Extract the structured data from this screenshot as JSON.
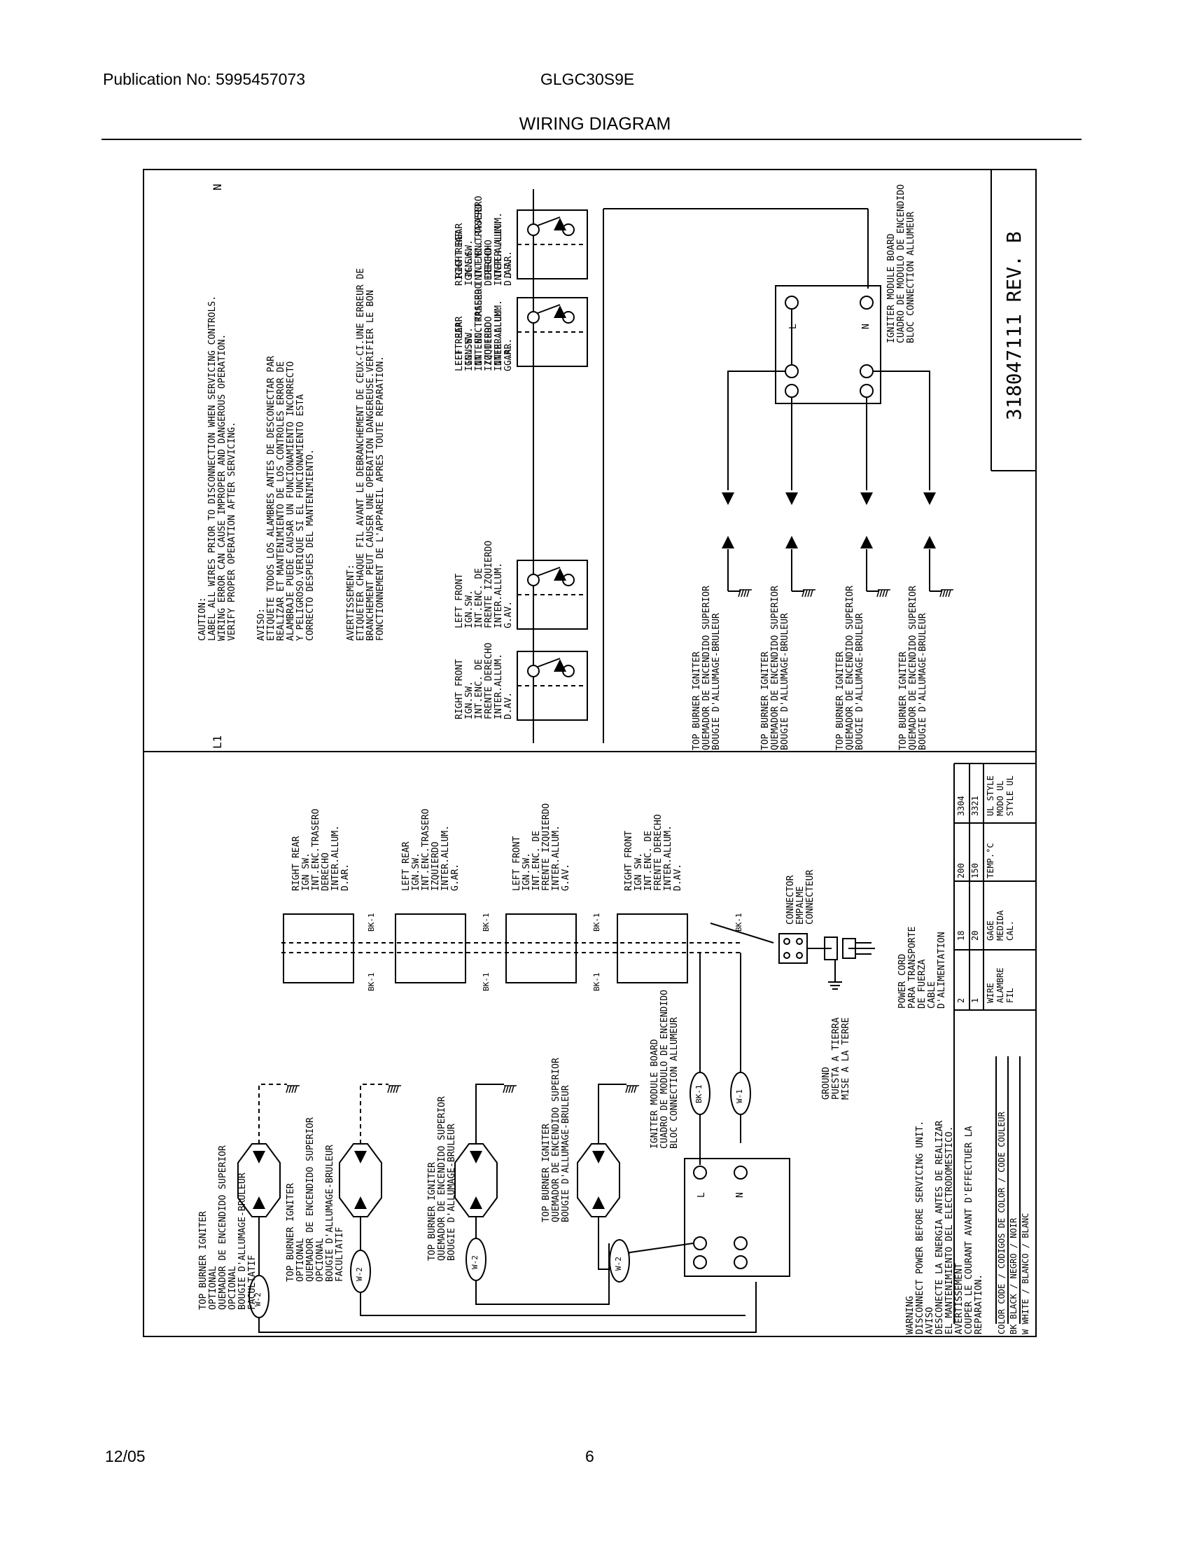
{
  "header": {
    "publication": "Publication No: 5995457073",
    "model": "GLGC30S9E",
    "title": "WIRING DIAGRAM"
  },
  "footer": {
    "date": "12/05",
    "page": "6"
  },
  "top": {
    "n_label": "N",
    "l1_label": "L1",
    "part_no": "318047111  REV. B",
    "caution": [
      "CAUTION:",
      "LABEL ALL WIRES PRIOR TO DISCONNECTION WHEN SERVICING CONTROLS.",
      "WIRING ERROR CAN CAUSE IMPROPER AND DANGEROUS OPERATION.",
      "VERIFY PROPER OPERATION AFTER SERVICING."
    ],
    "aviso": [
      "AVISO:",
      "ETIQUETE TODOS LOS ALAMBRES ANTES DE DESCONECTAR PAR",
      "REALIZAR ET MANTENIMIENTO DE LOS CONTROLES ERROR DE",
      "ALAMBRAJE PUEDE CAUSAR UN FUNCIONAMIENTO INCORRECTO",
      "Y PELIGROSO.VERIQUE SI EL FUNCIONAMIENTO ESTA",
      "CORRECTO DESPUES DEL MANTENIMIENTO."
    ],
    "avert": [
      "AVERTISSEMENT:",
      "ETIQUETER CHAQUE FIL AVANT LE DEBRANCHEMENT DE CEUX-CI.UNE ERREUR DE",
      "BRANCHEMENT PEUT CAUSER UNE OPERATION DANGEREUSE.VERIFIER LE BON",
      "FONCTIONNEMENT DE L'APPAREIL APRES TOUTE REPARATION."
    ],
    "switches": [
      [
        "RIGHT FRONT",
        "IGN.SW.",
        "INT.ENC. DE",
        "FRENTE DERECHO",
        "INTER.ALLUM.",
        "D.AV."
      ],
      [
        "LEFT FRONT",
        "IGN.SW.",
        "INT.ENC. DE",
        "FRENTE IZQUIERDO",
        "INTER.ALLUM.",
        "G.AV."
      ],
      [
        "LEFT REAR",
        "IGN.SW.",
        "INT.ENC.TRASERO",
        "IZQUIERDO",
        "INTER.ALLUM.",
        "G.AR."
      ],
      [
        "RIGHT REAR",
        "IGN.SW.",
        "INT.ENC.TRASERO",
        "DERECHO",
        "INTER.ALLUM.",
        "D.AR."
      ]
    ],
    "igniter": [
      "TOP BURNER IGNITER",
      "QUEMADOR DE ENCENDIDO SUPERIOR",
      "BOUGIE D'ALLUMAGE-BRULEUR"
    ],
    "module": [
      "IGNITER MODULE BOARD",
      "CUADRO DE MODULO DE ENCENDIDO",
      "BLOC CONNECTION ALLUMEUR"
    ],
    "L": "L",
    "N": "N"
  },
  "bottom": {
    "switches": [
      [
        "RIGHT REAR",
        "IGN SW.",
        "INT.ENC.TRASERO",
        "DERECHO",
        "INTER.ALLUM.",
        "D.AR."
      ],
      [
        "LEFT REAR",
        "IGN.SW.",
        "INT.ENC.TRASERO",
        "IZQUIERDO",
        "INTER.ALLUM.",
        "G.AR."
      ],
      [
        "LEFT FRONT",
        "IGN.SW.",
        "INT.ENC. DE",
        "FRENTE IZQUIERDO",
        "INTER.ALLUM.",
        "G.AV."
      ],
      [
        "RIGHT FRONT",
        "IGN SW.",
        "INT.ENC. DE",
        "FRENTE DERECHO",
        "INTER.ALLUM.",
        "D.AV."
      ]
    ],
    "bk1": "BK-1",
    "w1": "W-1",
    "w2": "W-2",
    "connector": [
      "CONNECTOR",
      "EMPALME",
      "CONNECTEUR"
    ],
    "power_cord": [
      "POWER CORD",
      "PARA TRANSPORTE",
      "DE FUERZA",
      "CABLE",
      "D'ALIMENTATION"
    ],
    "ground": [
      "GROUND",
      "PUESTA A TIERRA",
      "MISE A LA TERRE"
    ],
    "igniter_opt": [
      "TOP BURNER IGNITER",
      "OPTIONAL",
      "QUEMADOR DE ENCENDIDO SUPERIOR",
      "OPCIONAL",
      "BOUGIE D'ALLUMAGE-BRULEUR",
      "FACULTATIF"
    ],
    "igniter": [
      "TOP BURNER IGNITER",
      "QUEMADOR DE ENCENDIDO SUPERIOR",
      "BOUGIE D'ALLUMAGE-BRULEUR"
    ],
    "module": [
      "IGNITER MODULE BOARD",
      "CUADRO DE MODULO DE ENCENDIDO",
      "BLOC CONNECTION ALLUMEUR"
    ],
    "L": "L",
    "N": "N",
    "wire_table": {
      "rows": [
        [
          "2",
          "18",
          "200",
          "3304"
        ],
        [
          "1",
          "20",
          "150",
          "3321"
        ],
        [
          [
            "WIRE",
            "ALAMBRE",
            "FIL"
          ],
          [
            "GAGE",
            "MEDIDA",
            "CAL."
          ],
          [
            "TEMP.°C"
          ],
          [
            "UL STYLE",
            "MODO UL",
            "STYLE UL"
          ]
        ]
      ]
    },
    "warning": [
      "WARNING",
      "DISCONNECT POWER BEFORE SERVICING UNIT.",
      "AVISO",
      "DESCONECTE LA ENERGIA ANTES DE REALIZAR",
      "EL MANTENIMIENTO DEL ELECTRODOMESTICO.",
      "AVERTISSEMENT",
      "COUPER LE COURANT AVANT D'EFFECTUER LA",
      "REPARATION."
    ],
    "color_code": [
      "COLOR CODE / CODIGOS DE COLOR / CODE COULEUR",
      "BK BLACK / NEGRO / NOIR",
      "W WHITE / BLANCO / BLANC"
    ]
  }
}
